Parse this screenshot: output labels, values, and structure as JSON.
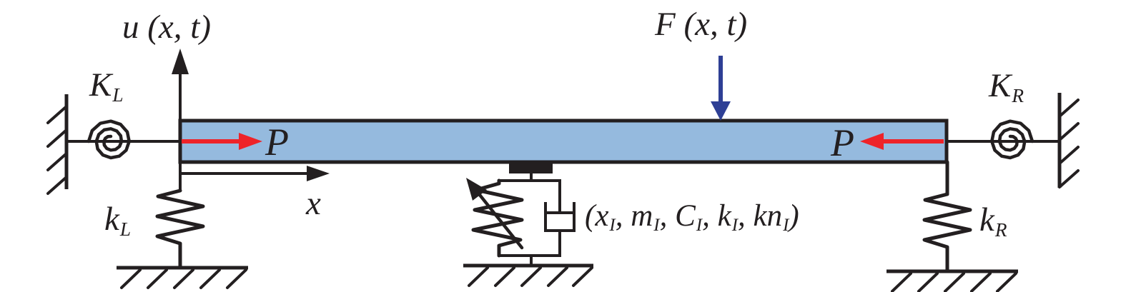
{
  "labels": {
    "u_axis": "u (x, t)",
    "load": "F (x, t)",
    "x_axis": "x",
    "p_left": "P",
    "p_right": "P",
    "K_L": {
      "base": "K",
      "sub": "L"
    },
    "K_R": {
      "base": "K",
      "sub": "R"
    },
    "k_L": {
      "base": "k",
      "sub": "L"
    },
    "k_R": {
      "base": "k",
      "sub": "R"
    },
    "inertial": {
      "parts": [
        {
          "text": "(x",
          "sub": "I"
        },
        {
          "text": ", m",
          "sub": "I"
        },
        {
          "text": ", C",
          "sub": "I"
        },
        {
          "text": ", k",
          "sub": "I"
        },
        {
          "text": ", kn",
          "sub": "I"
        },
        {
          "text": ")",
          "sub": ""
        }
      ]
    }
  },
  "colors": {
    "beam_fill": "#95bade",
    "outline": "#231f20",
    "arrow_red": "#ee2329",
    "arrow_blue": "#2e3f95"
  }
}
